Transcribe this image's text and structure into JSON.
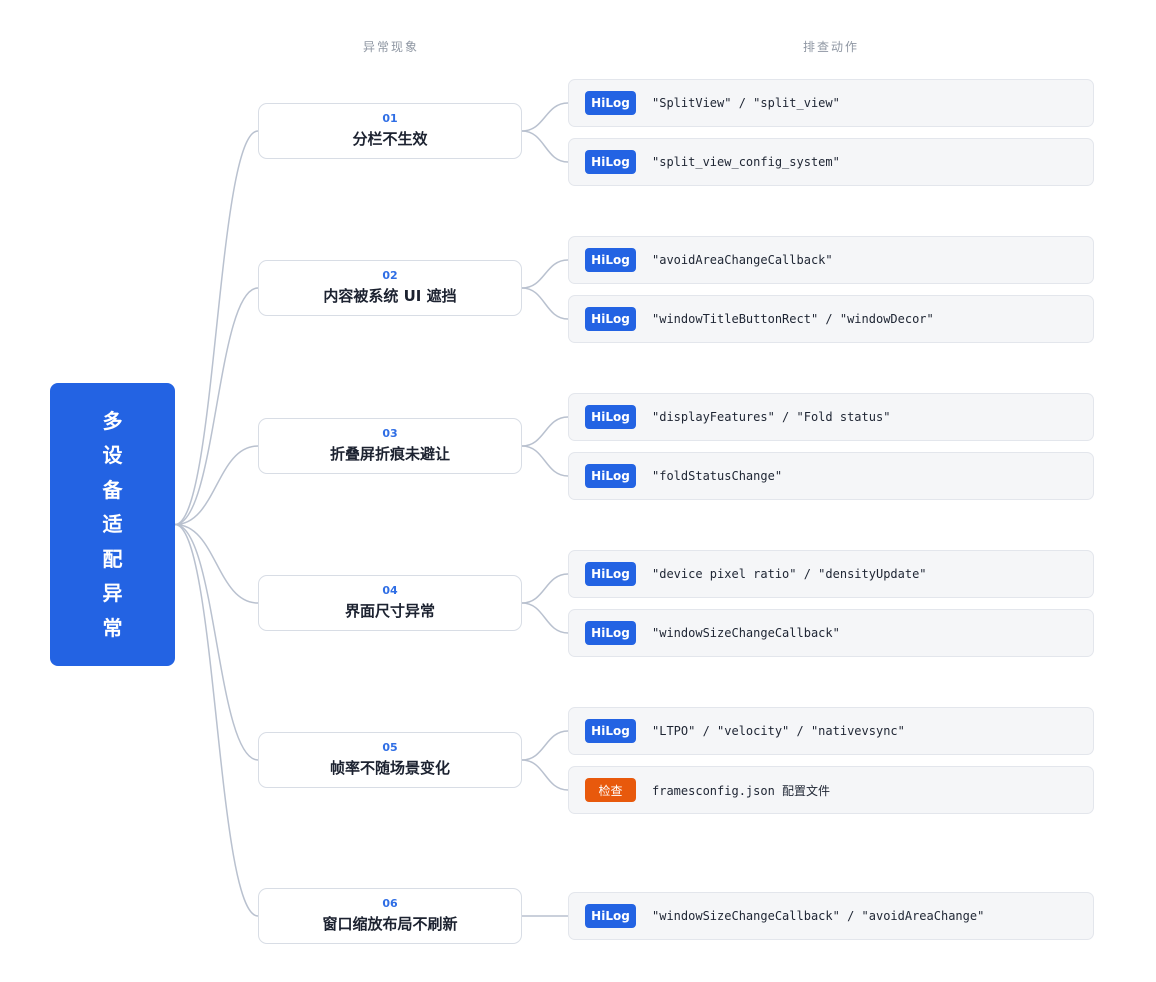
{
  "headers": {
    "left": "异常现象",
    "right": "排查动作"
  },
  "root": {
    "chars": [
      "多",
      "设",
      "备",
      "适",
      "配",
      "异",
      "常"
    ]
  },
  "colors": {
    "primary": "#2363e3",
    "check": "#e8590c",
    "connector": "#b9c1cf",
    "issue_number": "#2f6ee5"
  },
  "issues": [
    {
      "num": "01",
      "title": "分栏不生效",
      "actions": [
        {
          "tag": "HiLog",
          "tag_type": "hilog",
          "text": "\"SplitView\" / \"split_view\""
        },
        {
          "tag": "HiLog",
          "tag_type": "hilog",
          "text": "\"split_view_config_system\""
        }
      ]
    },
    {
      "num": "02",
      "title": "内容被系统 UI 遮挡",
      "actions": [
        {
          "tag": "HiLog",
          "tag_type": "hilog",
          "text": "\"avoidAreaChangeCallback\""
        },
        {
          "tag": "HiLog",
          "tag_type": "hilog",
          "text": "\"windowTitleButtonRect\" / \"windowDecor\""
        }
      ]
    },
    {
      "num": "03",
      "title": "折叠屏折痕未避让",
      "actions": [
        {
          "tag": "HiLog",
          "tag_type": "hilog",
          "text": "\"displayFeatures\" / \"Fold status\""
        },
        {
          "tag": "HiLog",
          "tag_type": "hilog",
          "text": "\"foldStatusChange\""
        }
      ]
    },
    {
      "num": "04",
      "title": "界面尺寸异常",
      "actions": [
        {
          "tag": "HiLog",
          "tag_type": "hilog",
          "text": "\"device pixel ratio\" / \"densityUpdate\""
        },
        {
          "tag": "HiLog",
          "tag_type": "hilog",
          "text": "\"windowSizeChangeCallback\""
        }
      ]
    },
    {
      "num": "05",
      "title": "帧率不随场景变化",
      "actions": [
        {
          "tag": "HiLog",
          "tag_type": "hilog",
          "text": "\"LTPO\" / \"velocity\" / \"nativevsync\""
        },
        {
          "tag": "检查",
          "tag_type": "check",
          "text": "framesconfig.json 配置文件"
        }
      ]
    },
    {
      "num": "06",
      "title": "窗口缩放布局不刷新",
      "actions": [
        {
          "tag": "HiLog",
          "tag_type": "hilog",
          "text": "\"windowSizeChangeCallback\" / \"avoidAreaChange\""
        }
      ]
    }
  ]
}
